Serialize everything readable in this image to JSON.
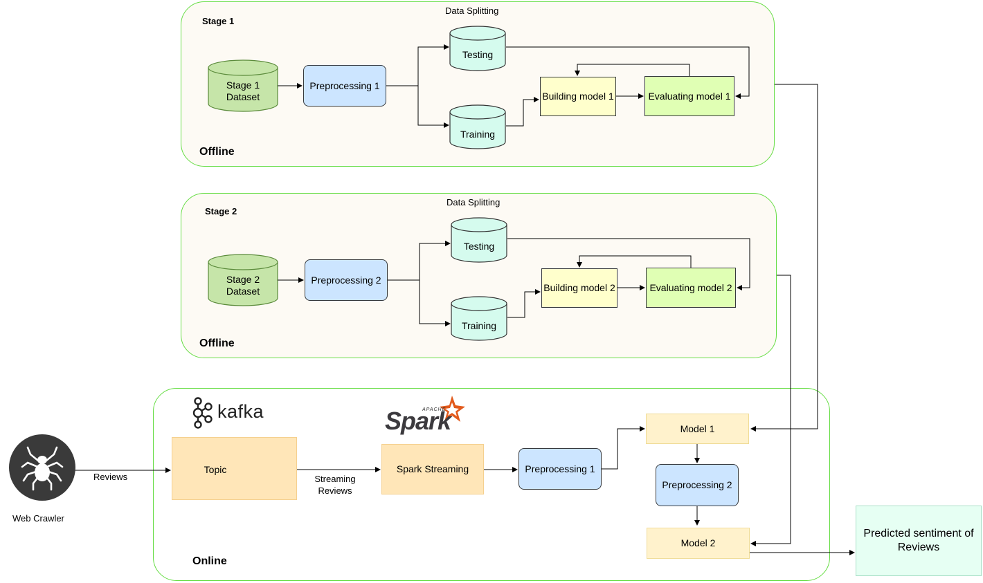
{
  "stage1": {
    "title": "Stage 1",
    "mode": "Offline",
    "split_label": "Data Splitting",
    "dataset": "Stage 1\nDataset",
    "preprocess": "Preprocessing 1",
    "testing": "Testing",
    "training": "Training",
    "build": "Building model 1",
    "evaluate": "Evaluating model 1"
  },
  "stage2": {
    "title": "Stage 2",
    "mode": "Offline",
    "split_label": "Data Splitting",
    "dataset": "Stage 2\nDataset",
    "preprocess": "Preprocessing 2",
    "testing": "Testing",
    "training": "Training",
    "build": "Building model 2",
    "evaluate": "Evaluating model 2"
  },
  "online": {
    "mode": "Online",
    "kafka_logo": "kafka",
    "spark_logo": "Spark",
    "spark_logo_small": "APACHE",
    "topic": "Topic",
    "spark_streaming": "Spark Streaming",
    "preprocess1": "Preprocessing 1",
    "model1": "Model 1",
    "preprocess2": "Preprocessing 2",
    "model2": "Model 2"
  },
  "edges": {
    "reviews": "Reviews",
    "streaming": "Streaming\nReviews"
  },
  "crawler": {
    "label": "Web Crawler",
    "icon": "spider-icon"
  },
  "result": "Predicted sentiment of\nReviews",
  "colors": {
    "panel_border": "#66dd44",
    "dataset_fill": "#c6e5a9",
    "store_fill": "#d5fbee",
    "preprocess_fill": "#cce5ff",
    "build_fill": "#ffffcc",
    "evaluate_fill": "#e0ffb4",
    "kafka_fill": "#ffe6b8",
    "model_fill": "#fff2cc",
    "spark_orange": "#e25a1c"
  }
}
